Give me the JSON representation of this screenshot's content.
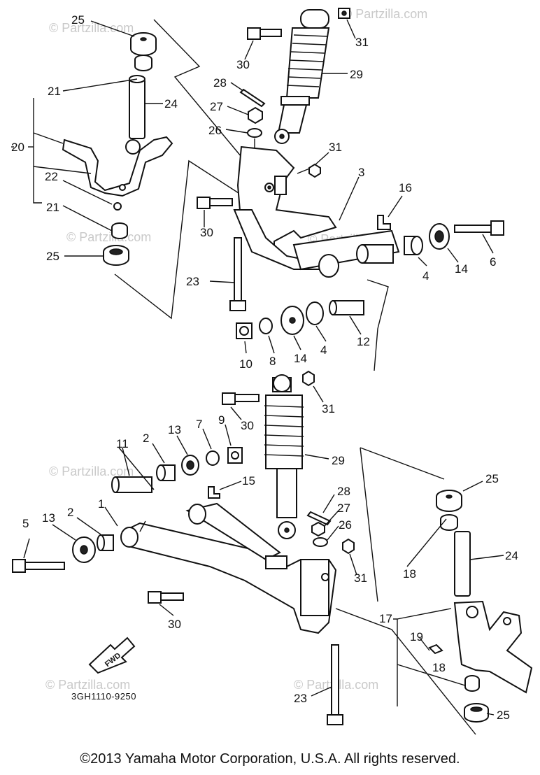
{
  "watermarks": [
    "© Partzilla.com",
    "© Partzilla.com",
    "© Partzilla.com",
    "© Partzilla.com",
    "© Partzilla.com",
    "© Partzilla.com",
    "© Partzilla.com"
  ],
  "fwd_label": "FWD",
  "diagram_code": "3GH1110-9250",
  "copyright": "©2013 Yamaha Motor Corporation, U.S.A. All rights reserved.",
  "callouts": [
    "25",
    "21",
    "24",
    "20",
    "22",
    "21",
    "25",
    "30",
    "28",
    "27",
    "26",
    "29",
    "31",
    "31",
    "3",
    "16",
    "30",
    "23",
    "4",
    "14",
    "6",
    "10",
    "8",
    "14",
    "4",
    "12",
    "31",
    "30",
    "2",
    "13",
    "7",
    "9",
    "11",
    "15",
    "29",
    "28",
    "27",
    "26",
    "31",
    "5",
    "13",
    "2",
    "1",
    "30",
    "25",
    "24",
    "18",
    "17",
    "19",
    "18",
    "23",
    "25"
  ]
}
